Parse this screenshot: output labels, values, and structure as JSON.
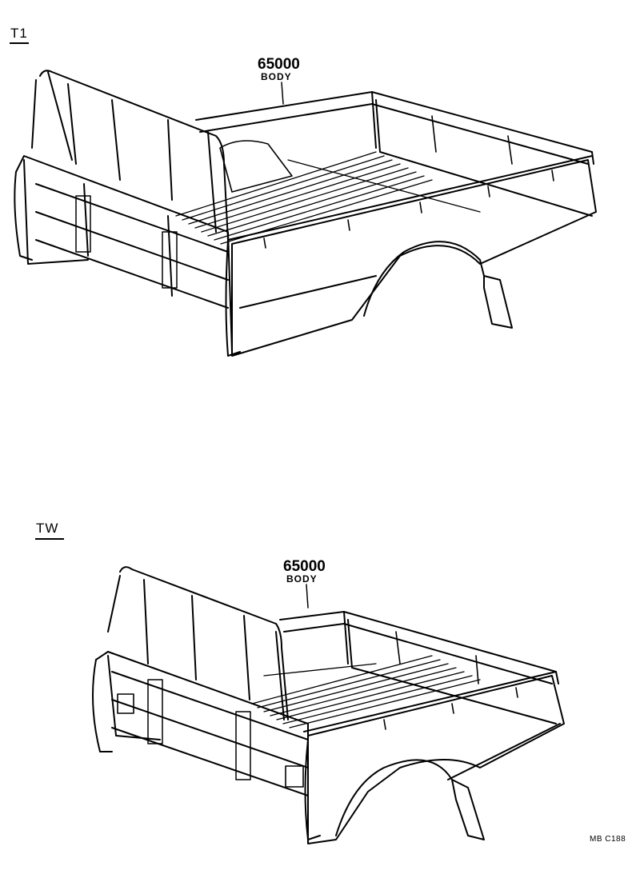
{
  "variants": [
    {
      "code": "T1",
      "callout": {
        "part_number": "65000",
        "part_name": "BODY"
      }
    },
    {
      "code": "TW",
      "callout": {
        "part_number": "65000",
        "part_name": "BODY"
      }
    }
  ],
  "footer": {
    "ref_code": "MB C188"
  },
  "colors": {
    "line": "#000000",
    "background": "#ffffff"
  }
}
